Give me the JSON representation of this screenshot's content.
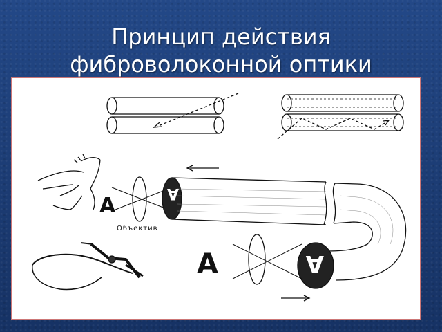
{
  "slide": {
    "title_line1": "Принцип действия",
    "title_line2": "фиброволоконной оптики"
  },
  "diagram": {
    "lens_label": "Объектив",
    "object_letter": "A",
    "image_letter": "A",
    "projected_letter": "A",
    "projected_image_letter": "A"
  },
  "colors": {
    "background": "#1b3a78",
    "title_text": "#ffffff",
    "panel": "#ffffff",
    "ink": "#111111"
  }
}
